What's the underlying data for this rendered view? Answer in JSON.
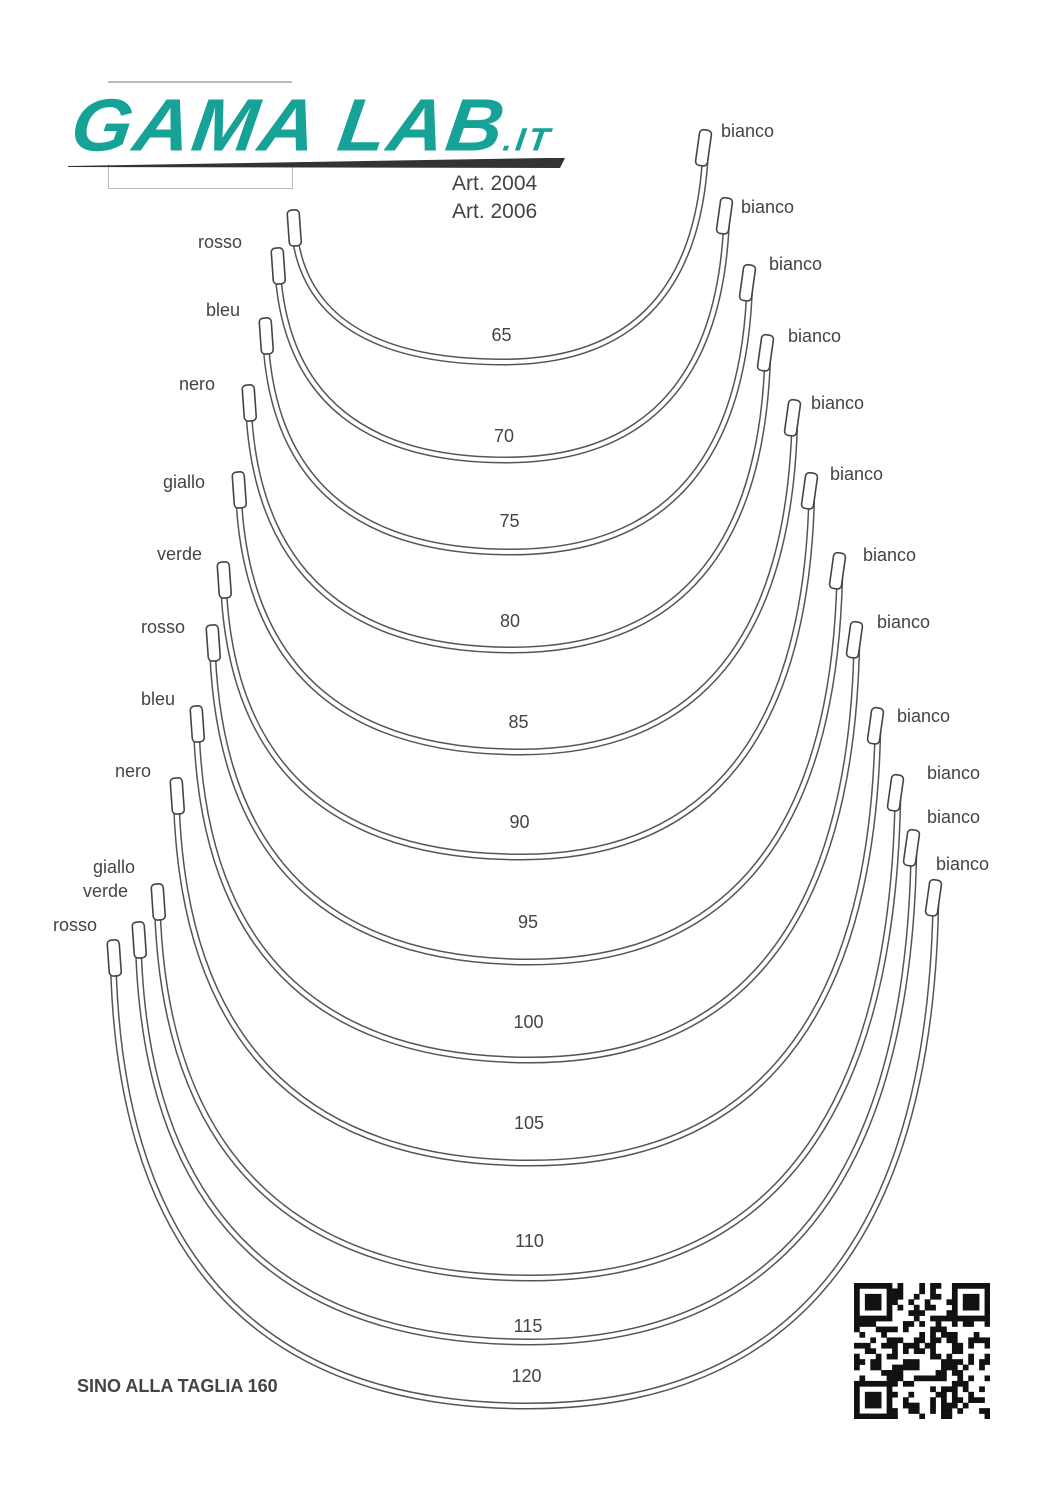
{
  "logo": {
    "brand": "GAMA LAB",
    "tld": ".IT",
    "color": "#17a297"
  },
  "articles": [
    "Art. 2004",
    "Art. 2006"
  ],
  "wires": [
    {
      "size": "65",
      "left_color": "",
      "right_color": "bianco"
    },
    {
      "size": "70",
      "left_color": "rosso",
      "right_color": "bianco"
    },
    {
      "size": "75",
      "left_color": "bleu",
      "right_color": "bianco"
    },
    {
      "size": "80",
      "left_color": "nero",
      "right_color": "bianco"
    },
    {
      "size": "85",
      "left_color": "giallo",
      "right_color": "bianco"
    },
    {
      "size": "90",
      "left_color": "verde",
      "right_color": "bianco"
    },
    {
      "size": "95",
      "left_color": "rosso",
      "right_color": "bianco"
    },
    {
      "size": "100",
      "left_color": "bleu",
      "right_color": "bianco"
    },
    {
      "size": "105",
      "left_color": "nero",
      "right_color": "bianco"
    },
    {
      "size": "110",
      "left_color": "giallo",
      "right_color": "bianco"
    },
    {
      "size": "115",
      "left_color": "verde",
      "right_color": "bianco"
    },
    {
      "size": "120",
      "left_color": "rosso",
      "right_color": "bianco"
    }
  ],
  "footer": "SINO ALLA TAGLIA 160",
  "qr_code": "qr-code"
}
